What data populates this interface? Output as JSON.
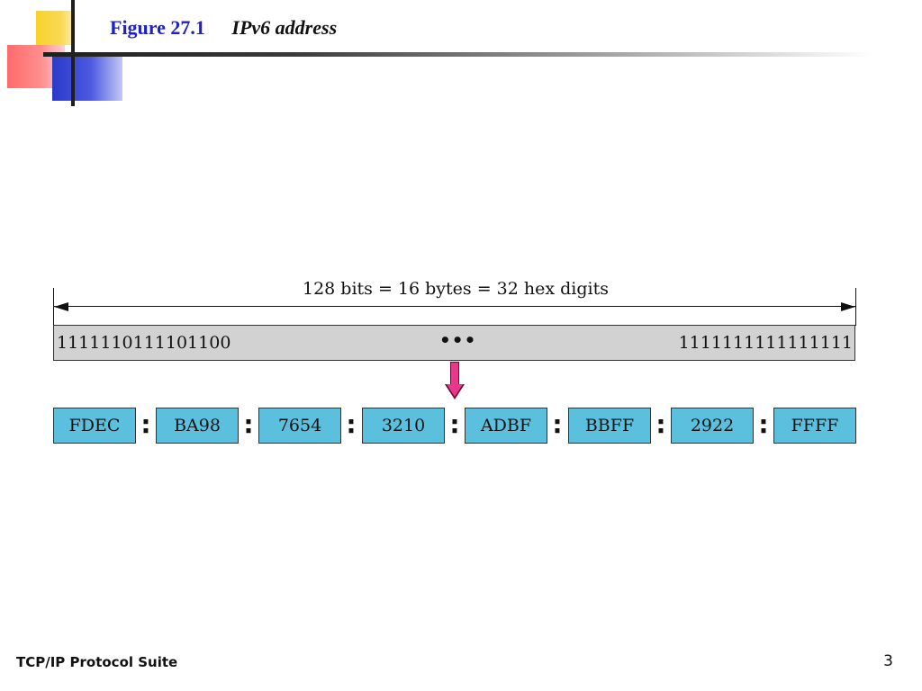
{
  "slide": {
    "figure_number": "Figure 27.1",
    "figure_title": "IPv6 address",
    "footer": "TCP/IP Protocol Suite",
    "page_number": "3"
  },
  "diagram": {
    "dimension_label": "128 bits = 16 bytes = 32 hex digits",
    "bits_left": "1111110111101100",
    "bits_ellipsis": "•••",
    "bits_right": "1111111111111111",
    "groups": [
      "FDEC",
      "BA98",
      "7654",
      "3210",
      "ADBF",
      "BBFF",
      "2922",
      "FFFF"
    ],
    "separator": ":",
    "colors": {
      "group_fill": "#5bc0de",
      "bit_bar_fill": "#d2d2d2",
      "arrow_fill": "#e8388a",
      "title_color": "#2020c8"
    }
  }
}
